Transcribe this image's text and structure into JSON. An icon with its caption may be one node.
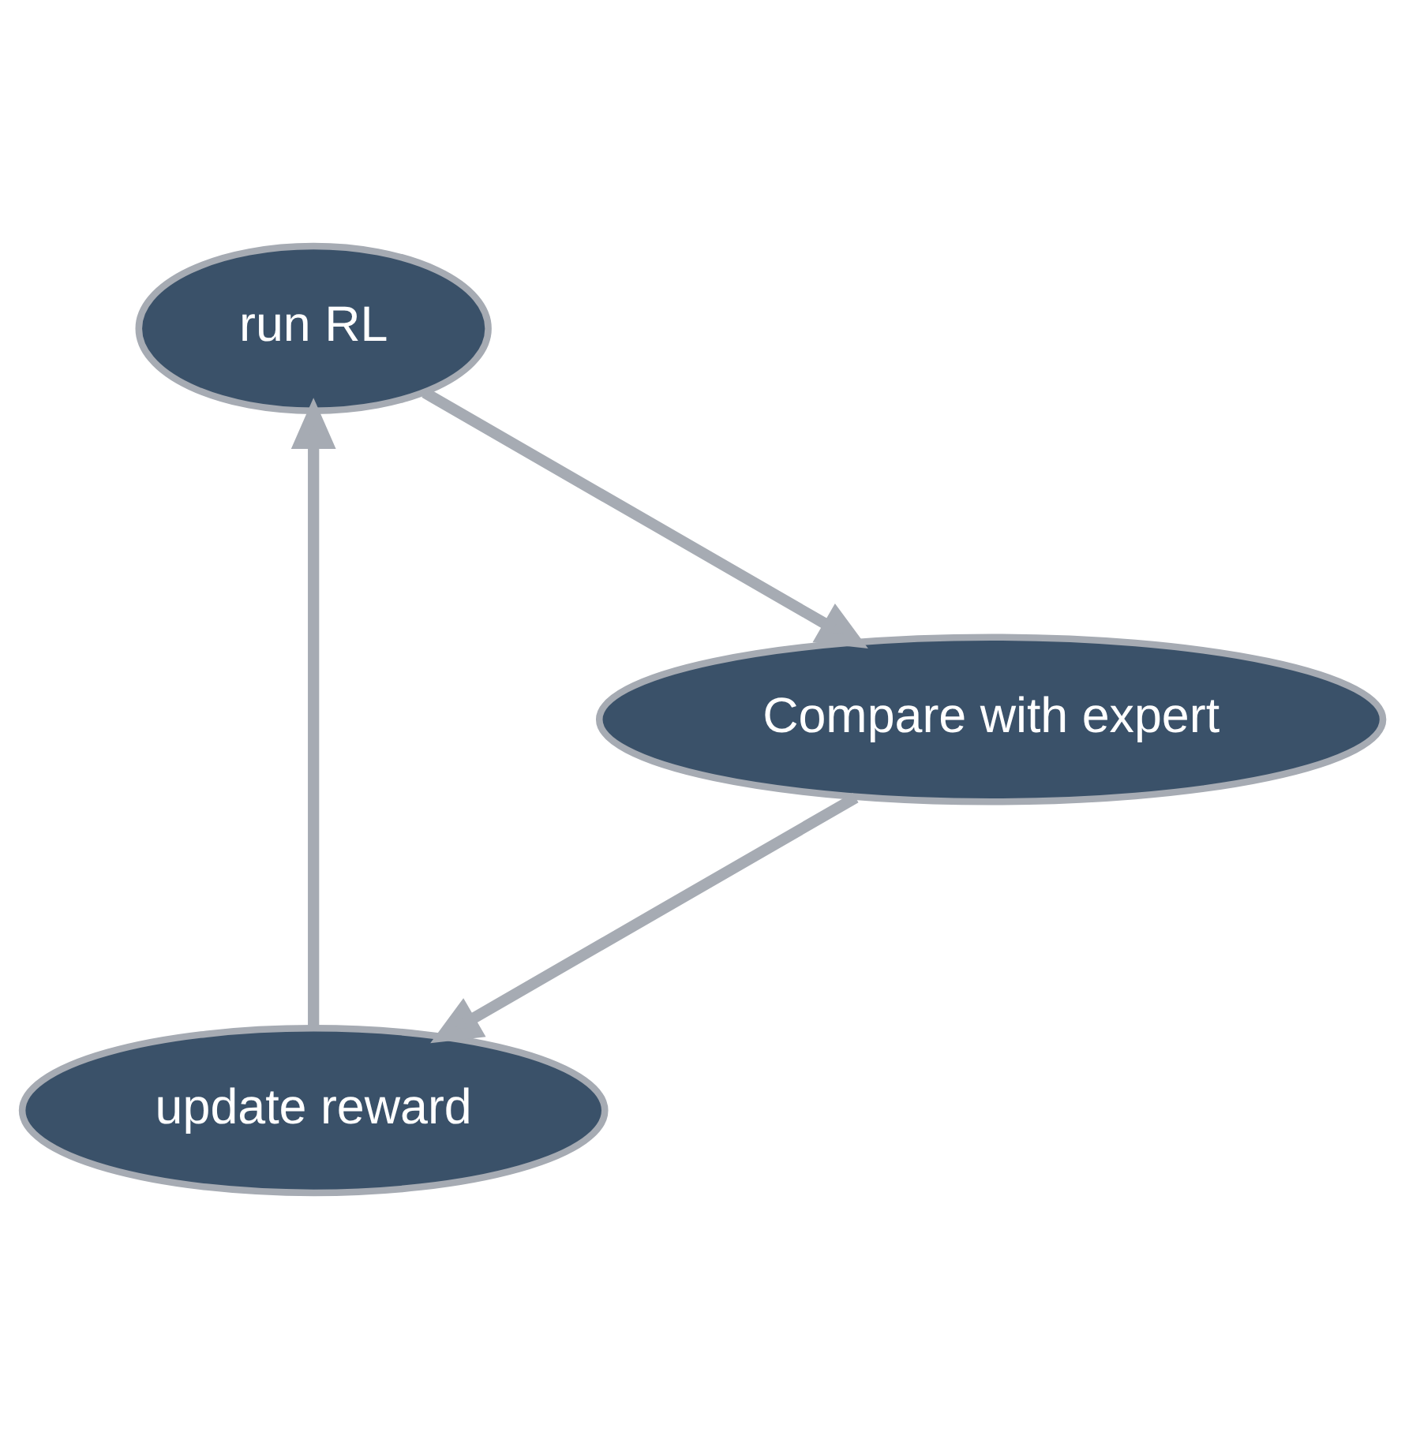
{
  "diagram": {
    "nodes": [
      {
        "text": [
          "update reward"
        ]
      },
      {
        "text": [
          "run RL"
        ]
      },
      {
        "text": [
          "Compare with expert"
        ]
      }
    ],
    "edges": [
      {
        "from": 0,
        "to": 1,
        "arrow": "to"
      },
      {
        "from": 1,
        "to": 2,
        "arrow": "to"
      },
      {
        "from": 2,
        "to": 0,
        "arrow": "to"
      }
    ]
  }
}
